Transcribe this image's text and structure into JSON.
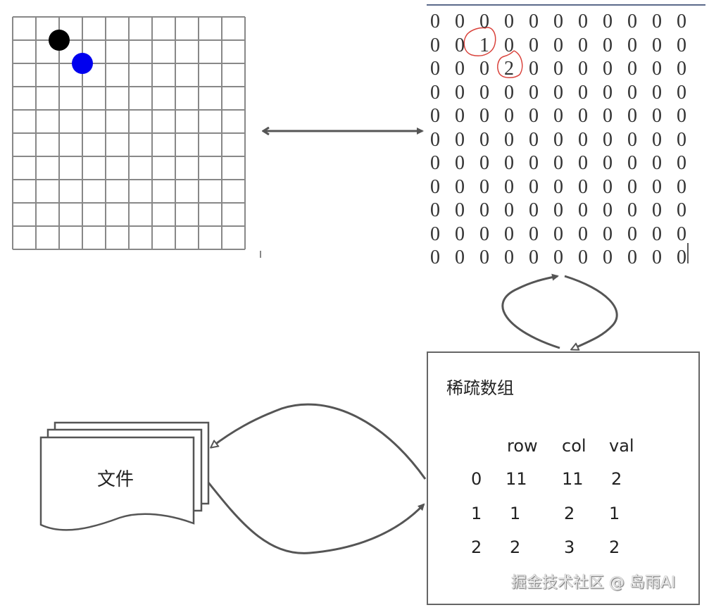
{
  "board": {
    "size": 11,
    "stones": [
      {
        "row": 1,
        "col": 2,
        "color": "#000000",
        "label": "black-stone"
      },
      {
        "row": 2,
        "col": 3,
        "color": "#0000ee",
        "label": "blue-stone"
      }
    ],
    "grid_color": "#888888"
  },
  "matrix": {
    "rows": [
      [
        "0",
        "0",
        "0",
        "0",
        "0",
        "0",
        "0",
        "0",
        "0",
        "0",
        "0"
      ],
      [
        "0",
        "0",
        "1",
        "0",
        "0",
        "0",
        "0",
        "0",
        "0",
        "0",
        "0"
      ],
      [
        "0",
        "0",
        "0",
        "2",
        "0",
        "0",
        "0",
        "0",
        "0",
        "0",
        "0"
      ],
      [
        "0",
        "0",
        "0",
        "0",
        "0",
        "0",
        "0",
        "0",
        "0",
        "0",
        "0"
      ],
      [
        "0",
        "0",
        "0",
        "0",
        "0",
        "0",
        "0",
        "0",
        "0",
        "0",
        "0"
      ],
      [
        "0",
        "0",
        "0",
        "0",
        "0",
        "0",
        "0",
        "0",
        "0",
        "0",
        "0"
      ],
      [
        "0",
        "0",
        "0",
        "0",
        "0",
        "0",
        "0",
        "0",
        "0",
        "0",
        "0"
      ],
      [
        "0",
        "0",
        "0",
        "0",
        "0",
        "0",
        "0",
        "0",
        "0",
        "0",
        "0"
      ],
      [
        "0",
        "0",
        "0",
        "0",
        "0",
        "0",
        "0",
        "0",
        "0",
        "0",
        "0"
      ],
      [
        "0",
        "0",
        "0",
        "0",
        "0",
        "0",
        "0",
        "0",
        "0",
        "0",
        "0"
      ],
      [
        "0",
        "0",
        "0",
        "0",
        "0",
        "0",
        "0",
        "0",
        "0",
        "0",
        "0"
      ]
    ],
    "highlight_color": "#d9413a",
    "highlighted": [
      {
        "row": 1,
        "col": 2,
        "value": "1"
      },
      {
        "row": 2,
        "col": 3,
        "value": "2"
      }
    ]
  },
  "sparse": {
    "title": "稀疏数组",
    "headers": [
      "row",
      "col",
      "val"
    ],
    "rows": [
      {
        "index": "0",
        "row": "11",
        "col": "11",
        "val": "2"
      },
      {
        "index": "1",
        "row": "1",
        "col": "2",
        "val": "1"
      },
      {
        "index": "2",
        "row": "2",
        "col": "3",
        "val": "2"
      }
    ]
  },
  "file": {
    "label": "文件"
  },
  "watermark": "掘金技术社区 @ 岛雨AI",
  "colors": {
    "line": "#555555",
    "box_border": "#666666"
  }
}
